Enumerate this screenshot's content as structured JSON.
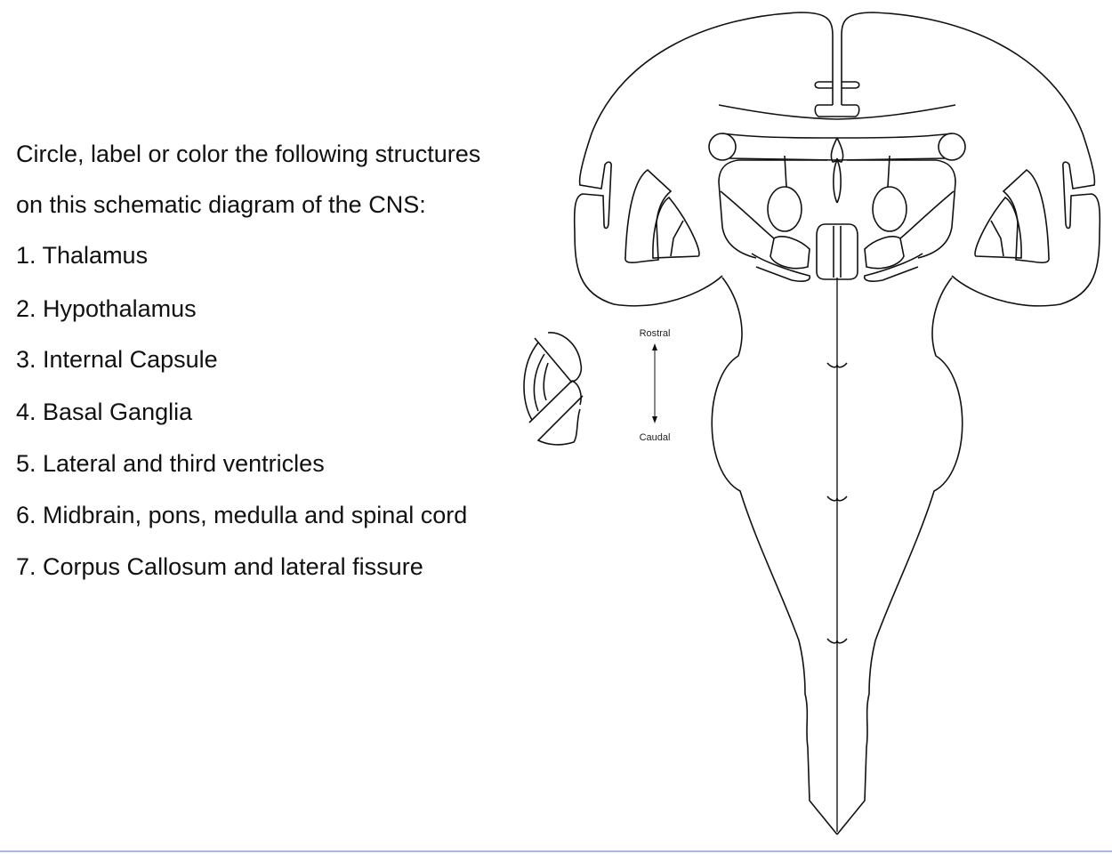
{
  "instructions": {
    "intro_line1": "Circle, label or color the following structures",
    "intro_line2": "on this schematic diagram of the CNS:",
    "items": [
      "1. Thalamus",
      "2. Hypothalamus",
      "3. Internal Capsule",
      "4. Basal Ganglia",
      "5. Lateral and third ventricles",
      "6. Midbrain, pons, medulla and spinal cord",
      "7. Corpus Callosum and lateral fissure"
    ]
  },
  "diagram": {
    "orientation_top": "Rostral",
    "orientation_bottom": "Caudal"
  }
}
